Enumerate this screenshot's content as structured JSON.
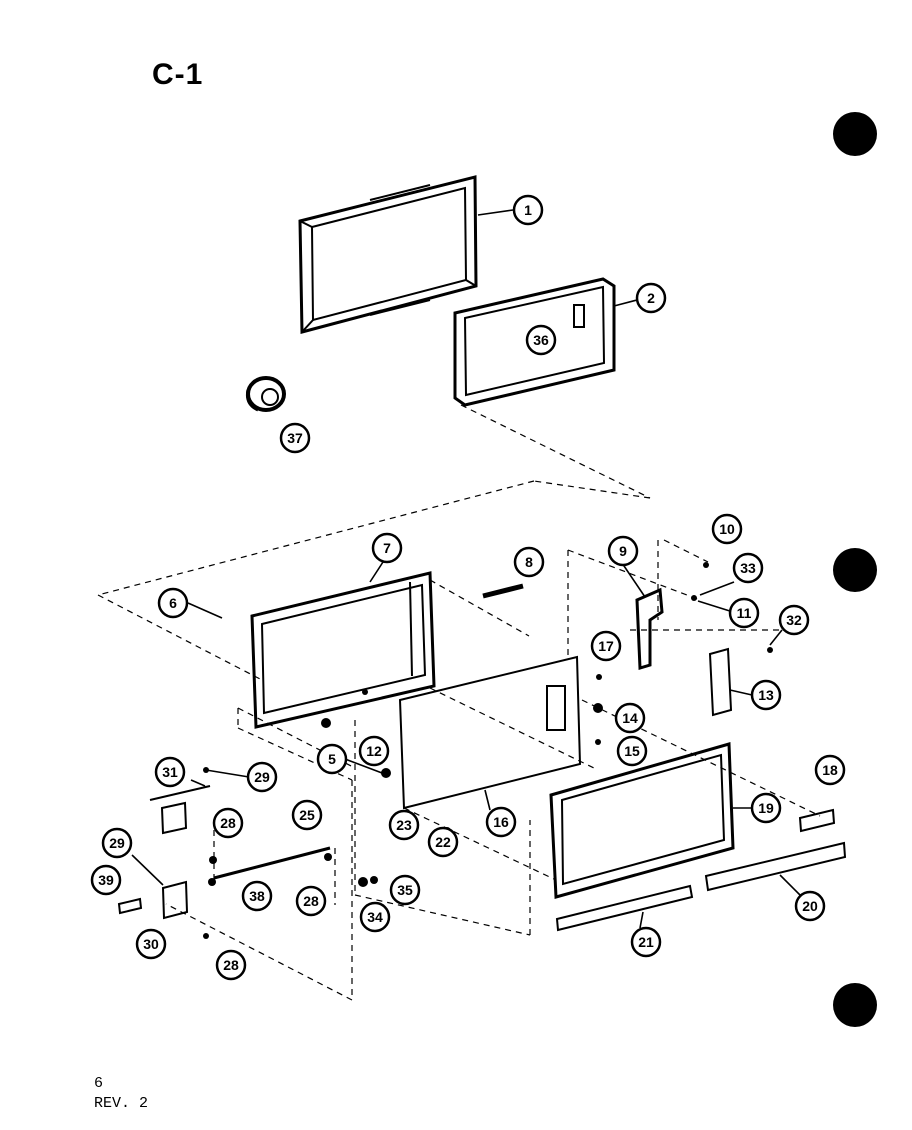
{
  "diagram": {
    "title": "C-1",
    "page_number": "6",
    "revision": "REV. 2",
    "callouts": [
      {
        "id": "c1",
        "label": "1"
      },
      {
        "id": "c2",
        "label": "2"
      },
      {
        "id": "c36",
        "label": "36"
      },
      {
        "id": "c37",
        "label": "37"
      },
      {
        "id": "c7",
        "label": "7"
      },
      {
        "id": "c8",
        "label": "8"
      },
      {
        "id": "c6",
        "label": "6"
      },
      {
        "id": "c9",
        "label": "9"
      },
      {
        "id": "c10a",
        "label": "10"
      },
      {
        "id": "c33",
        "label": "33"
      },
      {
        "id": "c11",
        "label": "11"
      },
      {
        "id": "c32",
        "label": "32"
      },
      {
        "id": "c13",
        "label": "13"
      },
      {
        "id": "c17",
        "label": "17"
      },
      {
        "id": "c14",
        "label": "14"
      },
      {
        "id": "c15",
        "label": "15"
      },
      {
        "id": "c5",
        "label": "5"
      },
      {
        "id": "c12",
        "label": "12"
      },
      {
        "id": "c31",
        "label": "31"
      },
      {
        "id": "c29a",
        "label": "29"
      },
      {
        "id": "c28a",
        "label": "28"
      },
      {
        "id": "c25",
        "label": "25"
      },
      {
        "id": "c23",
        "label": "23"
      },
      {
        "id": "c22",
        "label": "22"
      },
      {
        "id": "c16",
        "label": "16"
      },
      {
        "id": "c19",
        "label": "19"
      },
      {
        "id": "c18",
        "label": "18"
      },
      {
        "id": "c29b",
        "label": "29"
      },
      {
        "id": "c39",
        "label": "39"
      },
      {
        "id": "c30",
        "label": "30"
      },
      {
        "id": "c38",
        "label": "38"
      },
      {
        "id": "c28b",
        "label": "28"
      },
      {
        "id": "c34",
        "label": "34"
      },
      {
        "id": "c35",
        "label": "35"
      },
      {
        "id": "c28c",
        "label": "28"
      },
      {
        "id": "c21",
        "label": "21"
      },
      {
        "id": "c20",
        "label": "20"
      }
    ]
  }
}
